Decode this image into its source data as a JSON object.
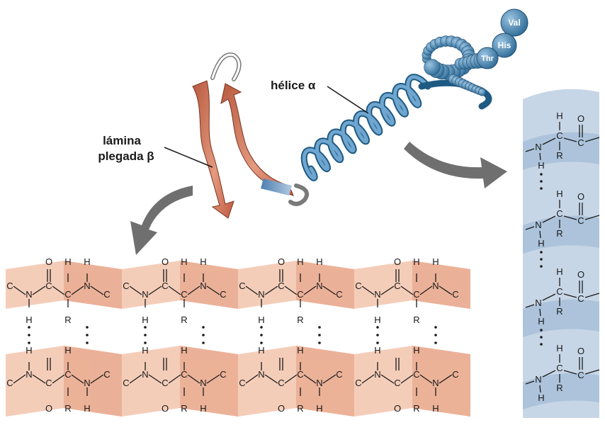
{
  "labels": {
    "helix": "hélice α",
    "sheet_line1": "lámina",
    "sheet_line2": "plegada β"
  },
  "residues": [
    "Val",
    "His",
    "Thr"
  ],
  "colors": {
    "helix": "#3f7ea8",
    "helix_dark": "#1f5a83",
    "sheet": "#c9684f",
    "band": "#f2c8b4",
    "band_dark": "#e4a58a",
    "helix_panel": "#c7d6e6",
    "arrow": "#6f6f6f"
  },
  "atoms": {
    "C": "C",
    "N": "N",
    "O": "O",
    "H": "H",
    "R": "R",
    "hbond": "⋮"
  }
}
